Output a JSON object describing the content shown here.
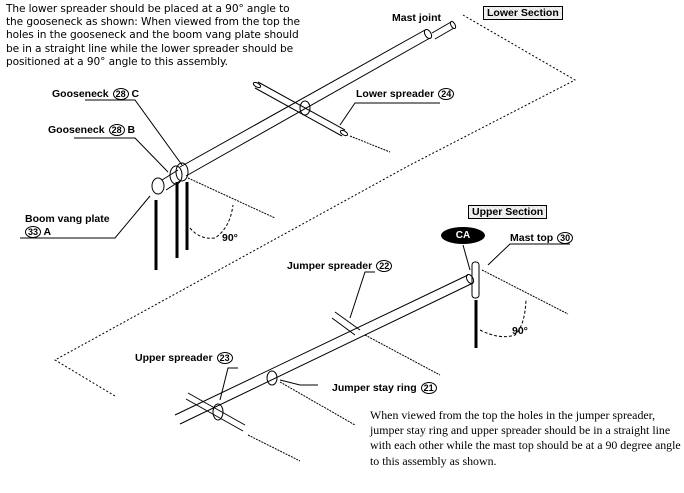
{
  "notes": {
    "top": "The lower spreader should be placed at a 90° angle to the gooseneck as shown: When viewed from the top the holes in the gooseneck and the boom vang plate should be in a straight line while the lower spreader should be positioned at a 90° angle to this assembly.",
    "bottom": "When viewed from the top the holes in the jumper spreader, jumper stay ring and upper spreader should be in a straight line with each other while the mast top should be at a 90 degree angle to this assembly as shown."
  },
  "sections": {
    "lower": "Lower Section",
    "upper": "Upper Section"
  },
  "badge": "CA",
  "labels": {
    "mast_joint": "Mast joint",
    "lower_spreader": "Lower spreader",
    "lower_spreader_num": "24",
    "gooseneck_c": "Gooseneck",
    "gooseneck_c_num": "28",
    "gooseneck_c_letter": "C",
    "gooseneck_b": "Gooseneck",
    "gooseneck_b_num": "28",
    "gooseneck_b_letter": "B",
    "boom_vang": "Boom vang plate",
    "boom_vang_num": "33",
    "boom_vang_letter": "A",
    "mast_top": "Mast top",
    "mast_top_num": "30",
    "jumper_spreader": "Jumper spreader",
    "jumper_spreader_num": "22",
    "upper_spreader": "Upper spreader",
    "upper_spreader_num": "23",
    "jumper_stay_ring": "Jumper stay ring",
    "jumper_stay_ring_num": "21"
  },
  "angles": {
    "lower": "90°",
    "upper": "90°"
  }
}
